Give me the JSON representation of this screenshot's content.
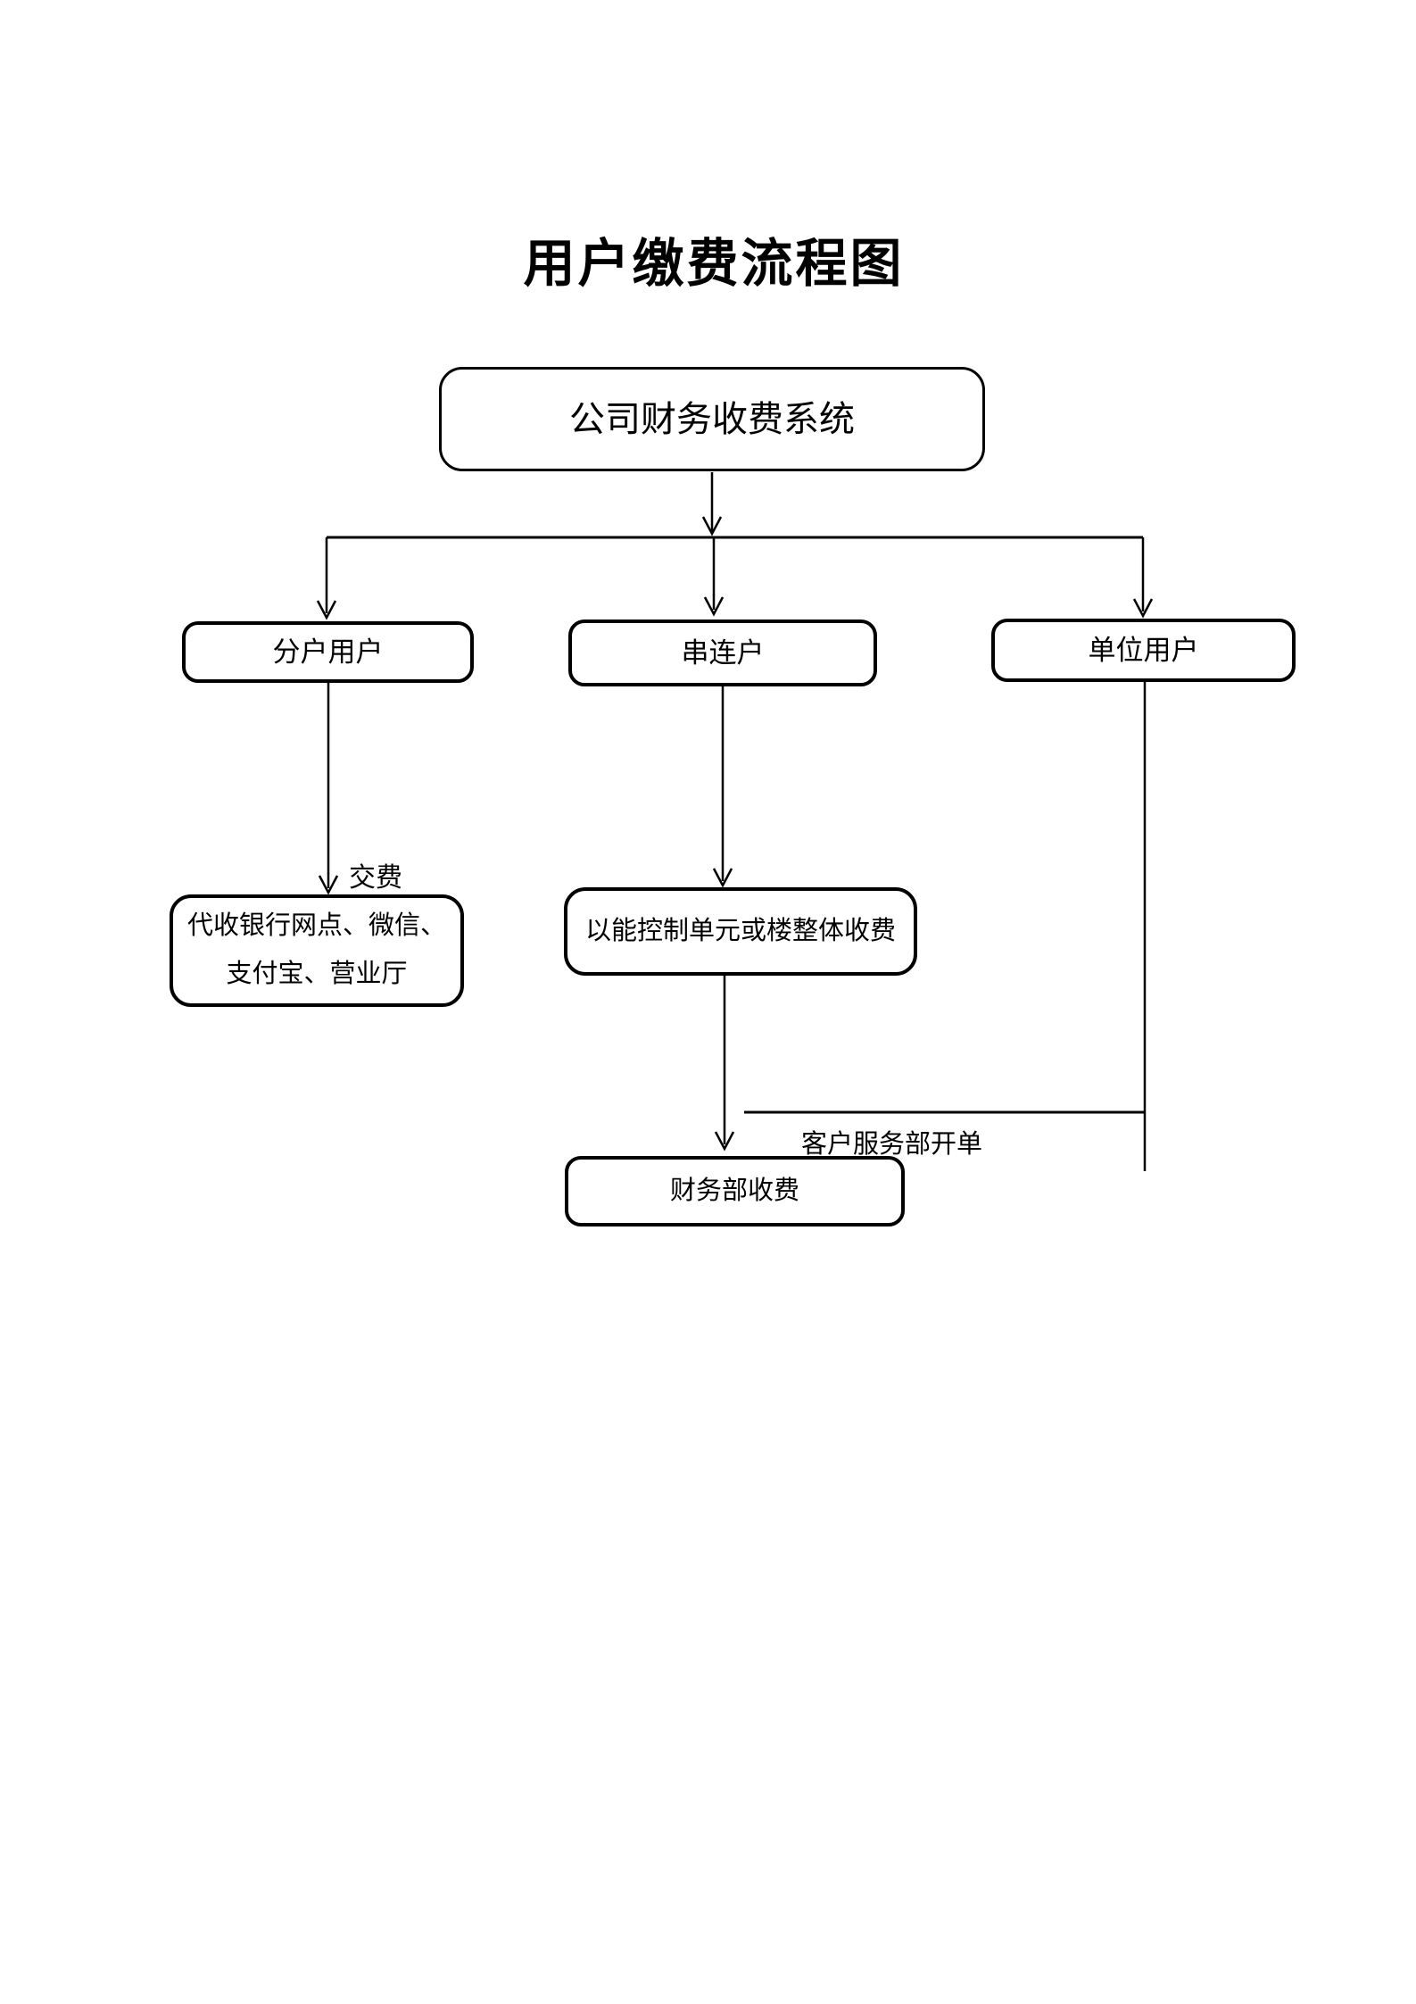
{
  "page": {
    "title": "用户缴费流程图"
  },
  "nodes": {
    "system": {
      "label": "公司财务收费系统"
    },
    "split": {
      "label": "分户用户"
    },
    "series": {
      "label": "串连户"
    },
    "unit": {
      "label": "单位用户"
    },
    "channels": {
      "line1": "代收银行网点、微信、",
      "line2": "支付宝、营业厅"
    },
    "building": {
      "label": "以能控制单元或楼整体收费"
    },
    "finance": {
      "label": "财务部收费"
    }
  },
  "edge_labels": {
    "pay_fee": "交费",
    "service_billing": "客户服务部开单"
  },
  "colors": {
    "line": "#000000",
    "border": "#000000",
    "text": "#000000",
    "background": "#ffffff"
  }
}
